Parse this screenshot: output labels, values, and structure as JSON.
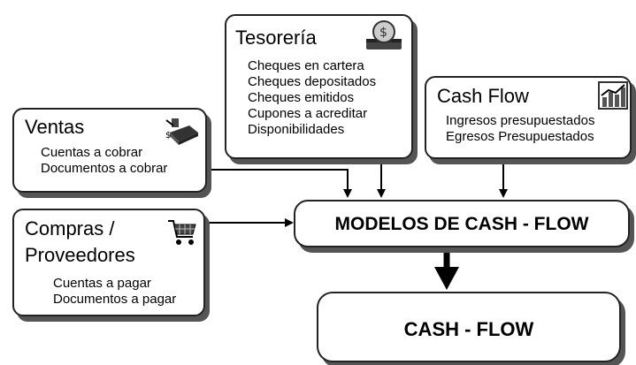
{
  "ventas": {
    "title": "Ventas",
    "items": [
      "Cuentas a cobrar",
      "Documentos a cobrar"
    ]
  },
  "tesoreria": {
    "title": "Tesorería",
    "items": [
      "Cheques en cartera",
      "Cheques depositados",
      "Cheques emitidos",
      "Cupones a acreditar",
      "Disponibilidades"
    ]
  },
  "cashflow_box": {
    "title": "Cash Flow",
    "items": [
      "Ingresos presupuestados",
      "Egresos Presupuestados"
    ]
  },
  "compras": {
    "title_line1": "Compras /",
    "title_line2": "Proveedores",
    "items": [
      "Cuentas a pagar",
      "Documentos a pagar"
    ]
  },
  "modelos": {
    "label": "MODELOS DE CASH - FLOW"
  },
  "result": {
    "label": "CASH - FLOW"
  },
  "icons": {
    "ventas": "cash-register-icon",
    "tesoreria": "money-dollar-icon",
    "cashflow": "bar-chart-icon",
    "compras": "shopping-cart-icon"
  }
}
